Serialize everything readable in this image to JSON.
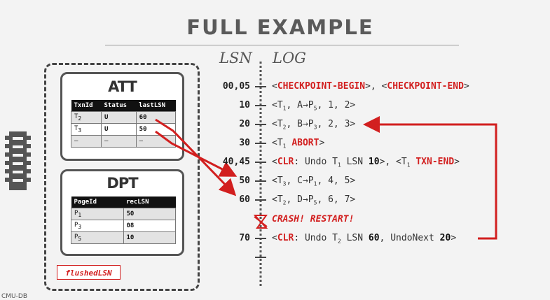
{
  "title": "FULL EXAMPLE",
  "headers": {
    "lsn": "LSN",
    "log": "LOG"
  },
  "att": {
    "title": "ATT",
    "columns": [
      "TxnId",
      "Status",
      "lastLSN"
    ],
    "rows": [
      {
        "txn": "T",
        "sub": "2",
        "status": "U",
        "last": "60"
      },
      {
        "txn": "T",
        "sub": "3",
        "status": "U",
        "last": "50"
      },
      {
        "txn": "–",
        "sub": "",
        "status": "–",
        "last": "–"
      }
    ]
  },
  "dpt": {
    "title": "DPT",
    "columns": [
      "PageId",
      "recLSN"
    ],
    "rows": [
      {
        "page": "P",
        "sub": "1",
        "rec": "50"
      },
      {
        "page": "P",
        "sub": "3",
        "rec": "08"
      },
      {
        "page": "P",
        "sub": "5",
        "rec": "10"
      }
    ]
  },
  "flushed_label": "flushedLSN",
  "log": {
    "r0": {
      "lsn": "00,05",
      "a": "<",
      "b": "CHECKPOINT-BEGIN",
      "c": ">, <",
      "d": "CHECKPOINT-END",
      "e": ">"
    },
    "r1": {
      "lsn": "10",
      "a": "<T",
      "s": "1",
      "b": ", A→P",
      "s2": "5",
      "c": ", 1, 2>"
    },
    "r2": {
      "lsn": "20",
      "a": "<T",
      "s": "2",
      "b": ", B→P",
      "s2": "3",
      "c": ", 2, 3>"
    },
    "r3": {
      "lsn": "30",
      "a": "<T",
      "s": "1",
      "b": "ABORT",
      "c": ">"
    },
    "r4": {
      "lsn": "40,45",
      "a": "<",
      "b": "CLR",
      "c": ": Undo T",
      "s": "1",
      "d": " LSN ",
      "e": "10",
      "f": ">, <T",
      "s2": "1",
      "g": "TXN-END",
      "h": ">"
    },
    "r5": {
      "lsn": "50",
      "a": "<T",
      "s": "3",
      "b": ", C→P",
      "s2": "1",
      "c": ", 4, 5>"
    },
    "r6": {
      "lsn": "60",
      "a": "<T",
      "s": "2",
      "b": ", D→P",
      "s2": "5",
      "c": ", 6, 7>"
    },
    "crash": "CRASH! RESTART!",
    "r7": {
      "lsn": "70",
      "a": "<",
      "b": "CLR",
      "c": ": Undo T",
      "s": "2",
      "d": " LSN ",
      "e": "60",
      "f": ", UndoNext ",
      "g": "20",
      "h": ">"
    }
  },
  "footer": "CMU-DB",
  "colors": {
    "accent": "#d21f1f",
    "text": "#333333",
    "background": "#f3f3f3"
  }
}
